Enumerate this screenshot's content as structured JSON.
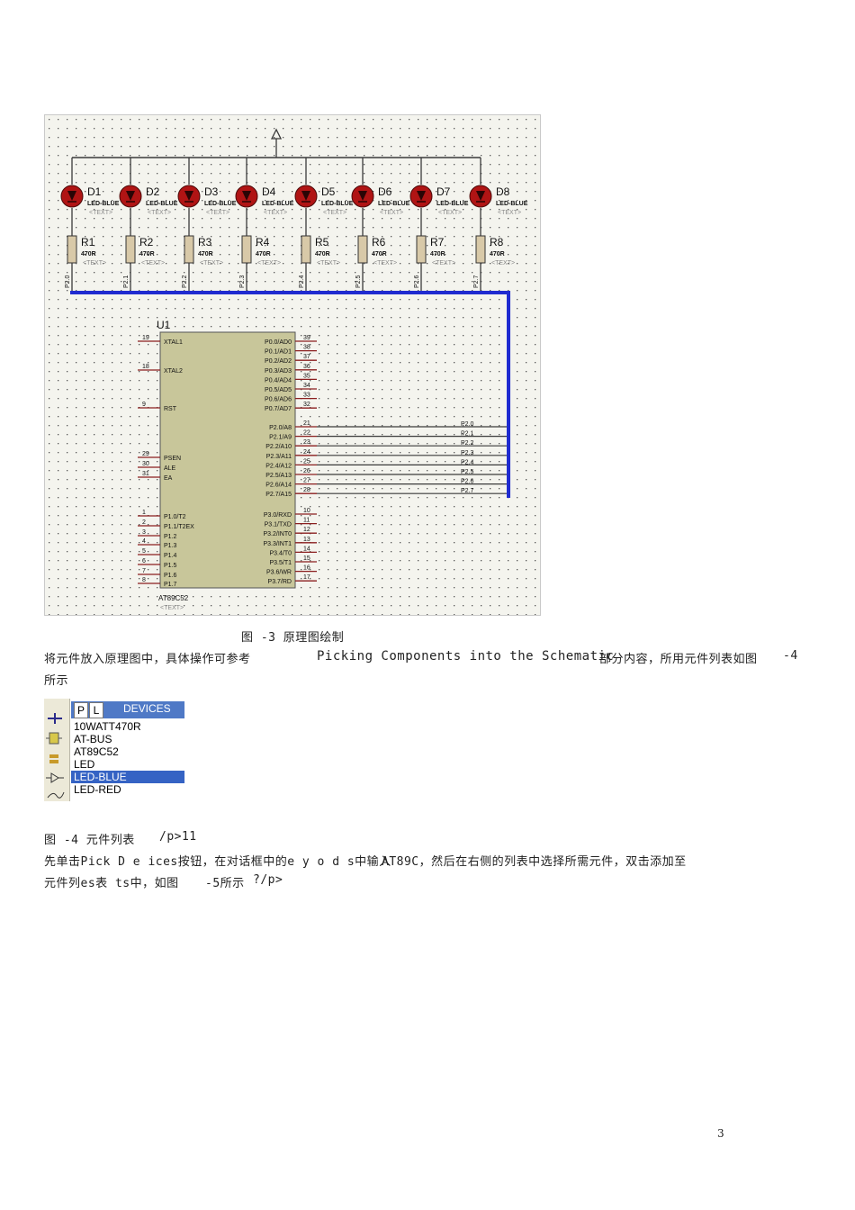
{
  "schematic": {
    "leds": [
      {
        "ref": "D1",
        "type": "LED-BLUE"
      },
      {
        "ref": "D2",
        "type": "LED-BLUE"
      },
      {
        "ref": "D3",
        "type": "LED-BLUE"
      },
      {
        "ref": "D4",
        "type": "LED-BLUE"
      },
      {
        "ref": "D5",
        "type": "LED-BLUE"
      },
      {
        "ref": "D6",
        "type": "LED-BLUE"
      },
      {
        "ref": "D7",
        "type": "LED-BLUE"
      },
      {
        "ref": "D8",
        "type": "LED-BLUE"
      }
    ],
    "resistors": [
      {
        "ref": "R1",
        "value": "470R",
        "net": "P2.0"
      },
      {
        "ref": "R2",
        "value": "470R",
        "net": "P2.1"
      },
      {
        "ref": "R3",
        "value": "470R",
        "net": "P2.2"
      },
      {
        "ref": "R4",
        "value": "470R",
        "net": "P2.3"
      },
      {
        "ref": "R5",
        "value": "470R",
        "net": "P2.4"
      },
      {
        "ref": "R6",
        "value": "470R",
        "net": "P2.5"
      },
      {
        "ref": "R7",
        "value": "470R",
        "net": "P2.6"
      },
      {
        "ref": "R8",
        "value": "470R",
        "net": "P2.7"
      }
    ],
    "text_placeholder": "<TEXT>",
    "ic": {
      "ref": "U1",
      "part": "AT89C52",
      "left_pins": [
        {
          "num": "19",
          "name": "XTAL1"
        },
        {
          "num": "18",
          "name": "XTAL2"
        },
        {
          "num": "9",
          "name": "RST"
        },
        {
          "num": "29",
          "name": "PSEN"
        },
        {
          "num": "30",
          "name": "ALE"
        },
        {
          "num": "31",
          "name": "EA"
        },
        {
          "num": "1",
          "name": "P1.0/T2"
        },
        {
          "num": "2",
          "name": "P1.1/T2EX"
        },
        {
          "num": "3",
          "name": "P1.2"
        },
        {
          "num": "4",
          "name": "P1.3"
        },
        {
          "num": "5",
          "name": "P1.4"
        },
        {
          "num": "6",
          "name": "P1.5"
        },
        {
          "num": "7",
          "name": "P1.6"
        },
        {
          "num": "8",
          "name": "P1.7"
        }
      ],
      "right_pins_p0": [
        {
          "num": "39",
          "name": "P0.0/AD0"
        },
        {
          "num": "38",
          "name": "P0.1/AD1"
        },
        {
          "num": "37",
          "name": "P0.2/AD2"
        },
        {
          "num": "36",
          "name": "P0.3/AD3"
        },
        {
          "num": "35",
          "name": "P0.4/AD4"
        },
        {
          "num": "34",
          "name": "P0.5/AD5"
        },
        {
          "num": "33",
          "name": "P0.6/AD6"
        },
        {
          "num": "32",
          "name": "P0.7/AD7"
        }
      ],
      "right_pins_p2": [
        {
          "num": "21",
          "name": "P2.0/A8"
        },
        {
          "num": "22",
          "name": "P2.1/A9"
        },
        {
          "num": "23",
          "name": "P2.2/A10"
        },
        {
          "num": "24",
          "name": "P2.3/A11"
        },
        {
          "num": "25",
          "name": "P2.4/A12"
        },
        {
          "num": "26",
          "name": "P2.5/A13"
        },
        {
          "num": "27",
          "name": "P2.6/A14"
        },
        {
          "num": "28",
          "name": "P2.7/A15"
        }
      ],
      "right_pins_p3": [
        {
          "num": "10",
          "name": "P3.0/RXD"
        },
        {
          "num": "11",
          "name": "P3.1/TXD"
        },
        {
          "num": "12",
          "name": "P3.2/INT0"
        },
        {
          "num": "13",
          "name": "P3.3/INT1"
        },
        {
          "num": "14",
          "name": "P3.4/T0"
        },
        {
          "num": "15",
          "name": "P3.5/T1"
        },
        {
          "num": "16",
          "name": "P3.6/WR"
        },
        {
          "num": "17",
          "name": "P3.7/RD"
        }
      ],
      "net_labels": [
        "P2.0",
        "P2.1",
        "P2.2",
        "P2.3",
        "P2.4",
        "P2.5",
        "P2.6",
        "P2.7"
      ]
    },
    "colors": {
      "wire": "#3a3a3a",
      "bus": "#1f2bd0",
      "ic_fill": "#c8c69a",
      "pin": "#8a1e1e",
      "led": "#b01414",
      "resistor": "#d8c9a8"
    }
  },
  "caption1": "图 -3 原理图绘制",
  "para1": {
    "left": "将元件放入原理图中，具体操作可参考",
    "mid": "Picking Components into the Schematic",
    "right": "部分内容，所用元件列表如图",
    "fig": "-4",
    "end": "所示"
  },
  "devices_panel": {
    "tab_p": "P",
    "tab_l": "L",
    "title": "DEVICES",
    "items": [
      "10WATT470R",
      "AT-BUS",
      "AT89C52",
      "LED",
      "LED-BLUE",
      "LED-RED"
    ],
    "selected_index": 4
  },
  "caption2": "图 -4 元件列表",
  "caption2_tail": "/p>11",
  "para2": {
    "left": "先单击Pick D e ices按钮，在对话框中的e y o d s中输入",
    "right": "AT89C，然后在右侧的列表中选择所需元件，双击添加至",
    "line2_left": "元件列es表 ts中，如图",
    "line2_mid": "-5所示",
    "line2_end": "?/p>"
  },
  "page_number": "3"
}
